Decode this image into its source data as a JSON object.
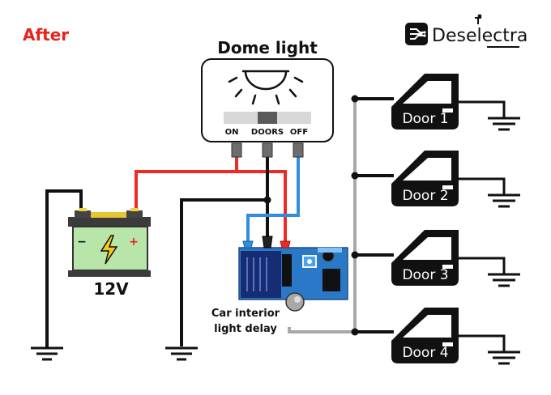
{
  "header": {
    "label": "After",
    "label_color": "#e8221b"
  },
  "brand": {
    "name": "Deselectra"
  },
  "dome_light": {
    "title": "Dome light",
    "switch_labels": [
      "ON",
      "DOORS",
      "OFF"
    ]
  },
  "battery": {
    "voltage_label": "12V"
  },
  "module": {
    "label_line1": "Car interior",
    "label_line2": "light delay"
  },
  "doors": [
    {
      "label": "Door 1"
    },
    {
      "label": "Door 2"
    },
    {
      "label": "Door 3"
    },
    {
      "label": "Door 4"
    }
  ],
  "wire_colors": {
    "red": "#ee2a24",
    "black": "#111111",
    "blue": "#2f8fde",
    "gray": "#a8a8a8"
  },
  "icons": [
    "ground-symbol",
    "lightning-icon",
    "car-door-icon",
    "lamp-icon",
    "circuit-board"
  ]
}
